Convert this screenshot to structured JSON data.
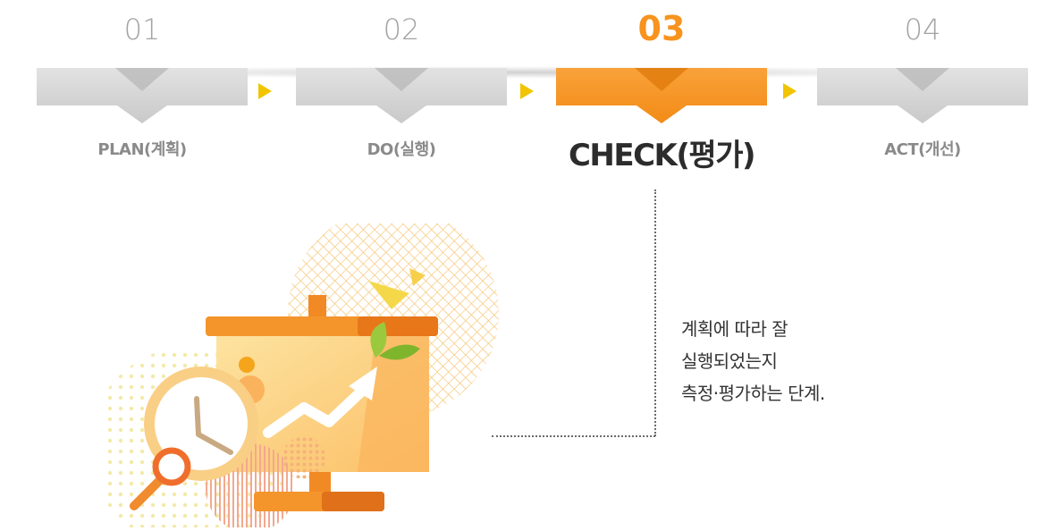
{
  "steps": [
    {
      "number": "01",
      "label": "PLAN(계획)",
      "active": false
    },
    {
      "number": "02",
      "label": "DO(실행)",
      "active": false
    },
    {
      "number": "03",
      "label": "CHECK(평가)",
      "active": true
    },
    {
      "number": "04",
      "label": "ACT(개선)",
      "active": false
    }
  ],
  "description": {
    "line1": "계획에 따라 잘",
    "line2": "실행되었는지",
    "line3": "측정·평가하는 단계."
  },
  "colors": {
    "accent": "#f7931e",
    "inactive_bar": "#d4d4d4",
    "arrow": "#f2c400",
    "label_inactive": "#8a8a8a",
    "label_active": "#2c2c2c"
  },
  "icons": {
    "step_arrow": "play-triangle-icon",
    "illustration": "presentation-board-with-clock-and-magnifier"
  }
}
